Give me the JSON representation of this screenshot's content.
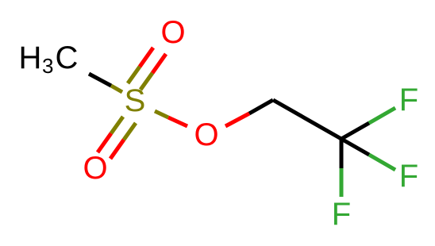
{
  "colors": {
    "carbon": "#000000",
    "sulfur": "#808000",
    "oxygen": "#ff0000",
    "fluorine": "#33a833",
    "background": "#ffffff"
  },
  "atoms": {
    "methyl_H": "H",
    "methyl_sub": "3",
    "methyl_C": "C",
    "sulfur": "S",
    "oxygen_top": "O",
    "oxygen_bottom": "O",
    "oxygen_ester": "O",
    "fluorine_upper": "F",
    "fluorine_right": "F",
    "fluorine_lower": "F"
  }
}
